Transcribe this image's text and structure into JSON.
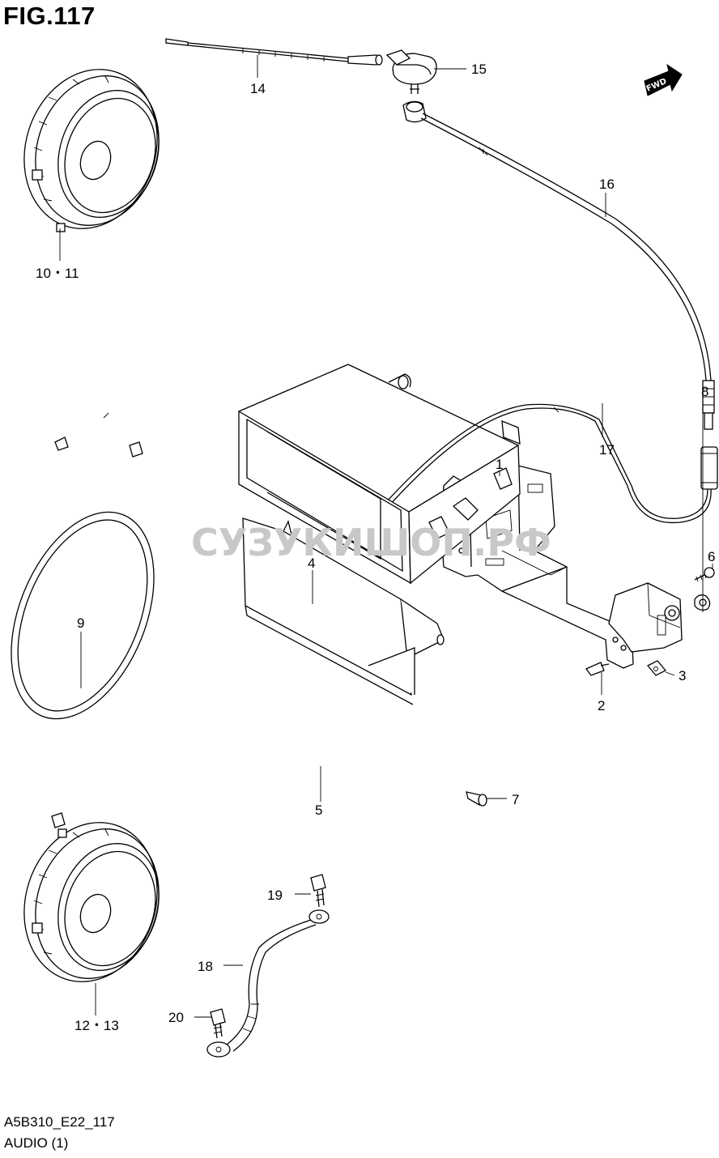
{
  "figure": {
    "title": "FIG.117",
    "code": "A5B310_E22_117",
    "caption": "AUDIO (1)"
  },
  "watermark": "СУЗУКИШОП.РФ",
  "direction_badge": "FWD",
  "callouts": {
    "p1": "1",
    "p2": "2",
    "p3": "3",
    "p4": "4",
    "p5": "5",
    "p6": "6",
    "p7": "7",
    "p8": "8",
    "p9": "9",
    "p10_11": "10・11",
    "p12_13": "12・13",
    "p14": "14",
    "p15": "15",
    "p16": "16",
    "p17": "17",
    "p18": "18",
    "p19": "19",
    "p20": "20"
  },
  "colors": {
    "line": "#000000",
    "watermark": "#c8c8c8",
    "background": "#ffffff"
  }
}
